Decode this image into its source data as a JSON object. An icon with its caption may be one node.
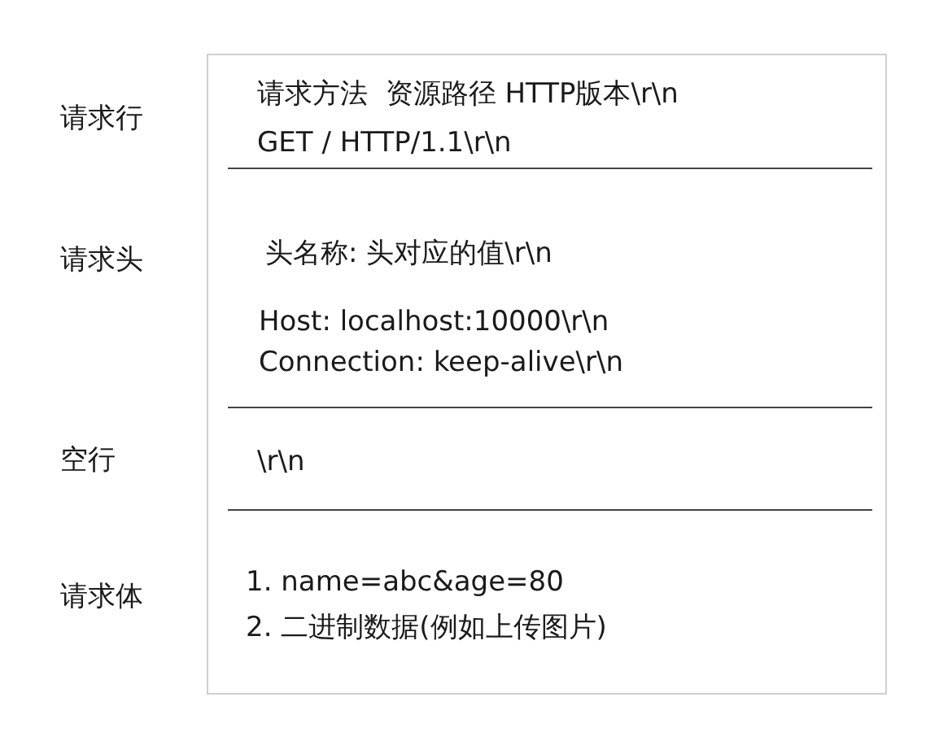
{
  "diagram": {
    "nodes": [
      {
        "text": [],
        "shape": "box"
      },
      {
        "text": [
          "请求方法  资源路径 HTTP版本\\r\\n",
          "GET / HTTP/1.1\\r\\n"
        ],
        "in": 0
      },
      {
        "text": [
          "头名称: 头对应的值\\r\\n",
          "Host: localhost:10000\\r\\n",
          "Connection: keep-alive\\r\\n"
        ],
        "in": 0
      },
      {
        "text": [
          "\\r\\n"
        ],
        "in": 0
      },
      {
        "text": [
          "1. name=abc&age=80",
          "2. 二进制数据(例如上传图片)"
        ],
        "in": 0
      }
    ],
    "labels": [
      "请求行",
      "请求头",
      "空行",
      "请求体"
    ]
  }
}
